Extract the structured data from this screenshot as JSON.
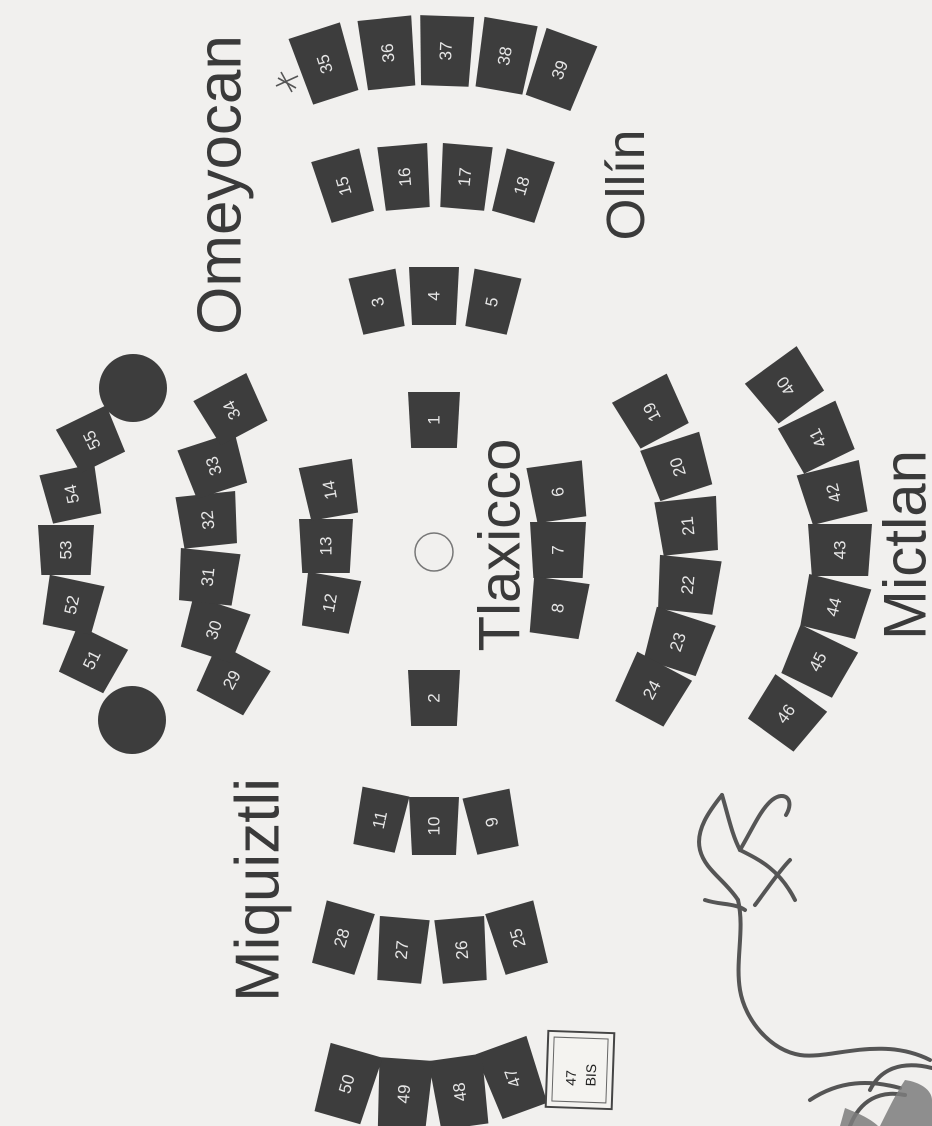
{
  "regions": {
    "omeyocan": "Omeyocan",
    "ollin": "Ollín",
    "tlaxicco": "Tlaxicco",
    "mictlan": "Mictlan",
    "miquiztli": "Miquiztli"
  },
  "seats": [
    "1",
    "2",
    "3",
    "4",
    "5",
    "6",
    "7",
    "8",
    "9",
    "10",
    "11",
    "12",
    "13",
    "14",
    "15",
    "16",
    "17",
    "18",
    "19",
    "20",
    "21",
    "22",
    "23",
    "24",
    "25",
    "26",
    "27",
    "28",
    "29",
    "30",
    "31",
    "32",
    "33",
    "34",
    "35",
    "36",
    "37",
    "38",
    "39",
    "40",
    "41",
    "42",
    "43",
    "44",
    "45",
    "46",
    "47",
    "48",
    "49",
    "50",
    "51",
    "52",
    "53",
    "54",
    "55"
  ],
  "note": {
    "line1": "47",
    "line2": "BIS"
  },
  "colors": {
    "seat": "#3d3d3d",
    "ink": "#3a3a3a",
    "paper": "#f1f0ee"
  }
}
